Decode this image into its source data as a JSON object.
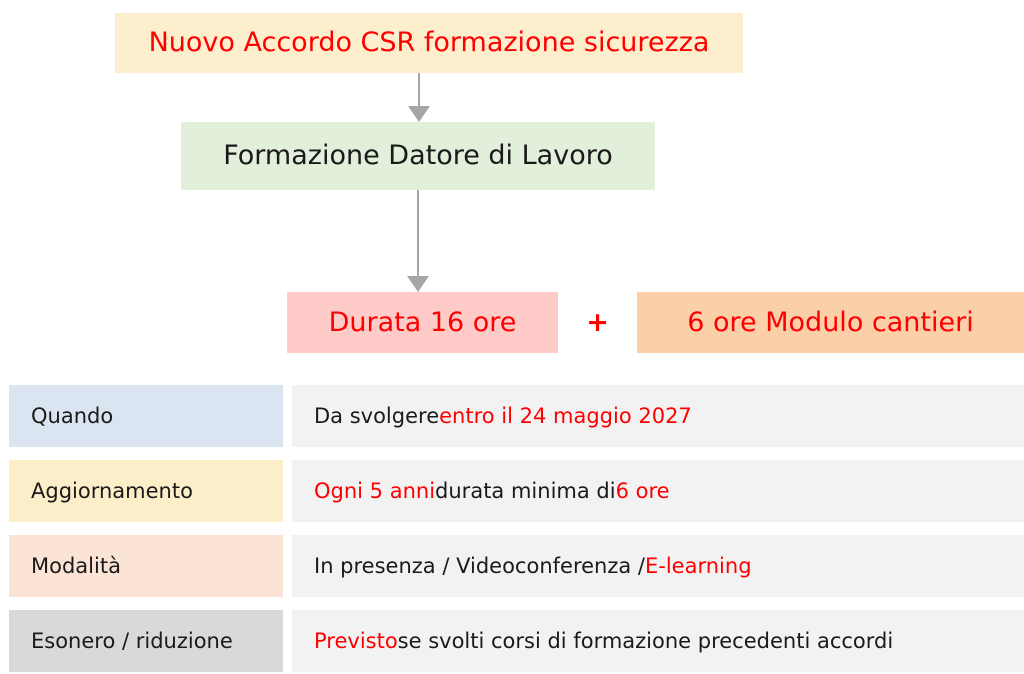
{
  "colors": {
    "accent_red": "#fe0000",
    "title_bg": "#fdeecd",
    "subject_bg": "#e2efda",
    "duration_bg": "#fecbc9",
    "module_bg": "#fbcfa7",
    "value_bg": "#f2f2f2",
    "arrow_gray": "#a6a6a6",
    "label_blue": "#dbe5f1",
    "label_yellow": "#fdeeca",
    "label_peach": "#fbe4d6",
    "label_gray": "#d9d9d9",
    "text_dark": "#1a1a1a"
  },
  "flow": {
    "title": "Nuovo Accordo CSR formazione sicurezza",
    "subject": "Formazione Datore di Lavoro",
    "duration": "Durata 16 ore",
    "plus": "+",
    "module": "6 ore Modulo cantieri"
  },
  "table": {
    "rows": [
      {
        "label": "Quando",
        "value_full": "Da svolgere entro il 24 maggio 2027",
        "value_parts": [
          {
            "text": "Da svolgere ",
            "highlight": false
          },
          {
            "text": "entro il 24 maggio 2027",
            "highlight": true
          }
        ]
      },
      {
        "label": "Aggiornamento",
        "value_full": "Ogni 5 anni durata minima di 6 ore",
        "value_parts": [
          {
            "text": "Ogni 5 anni",
            "highlight": true
          },
          {
            "text": " durata minima di ",
            "highlight": false
          },
          {
            "text": "6 ore",
            "highlight": true
          }
        ]
      },
      {
        "label": "Modalità",
        "value_full": "In presenza / Videoconferenza / E-learning",
        "value_parts": [
          {
            "text": "In presenza / Videoconferenza / ",
            "highlight": false
          },
          {
            "text": "E-learning",
            "highlight": true
          }
        ]
      },
      {
        "label": "Esonero / riduzione",
        "value_full": "Previsto se svolti corsi di formazione precedenti accordi",
        "value_parts": [
          {
            "text": "Previsto",
            "highlight": true
          },
          {
            "text": " se svolti corsi di formazione precedenti accordi",
            "highlight": false
          }
        ]
      }
    ]
  }
}
